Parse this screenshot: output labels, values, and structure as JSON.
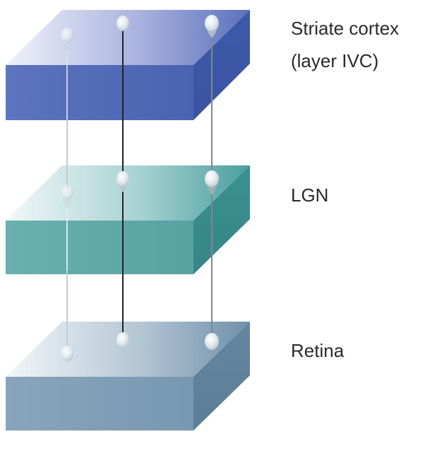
{
  "labels": {
    "cortex_line1": "Striate cortex",
    "cortex_line2": "(layer IVC)",
    "lgn": "LGN",
    "retina": "Retina"
  },
  "layers": [
    {
      "id": "cortex",
      "top_color": "#9aa7d8",
      "front_color": "#4f68b4",
      "side_color": "#3b56a4"
    },
    {
      "id": "lgn",
      "top_color": "#9cc8c8",
      "front_color": "#5ea6a6",
      "side_color": "#3a8e8e"
    },
    {
      "id": "retina",
      "top_color": "#a8bccb",
      "front_color": "#7a9ab4",
      "side_color": "#5f809c"
    }
  ],
  "pathways": [
    {
      "id": "pathway-left",
      "color": "#b9c0c8"
    },
    {
      "id": "pathway-middle",
      "color": "#2a2a2a"
    },
    {
      "id": "pathway-right",
      "color": "#7d8791"
    }
  ]
}
